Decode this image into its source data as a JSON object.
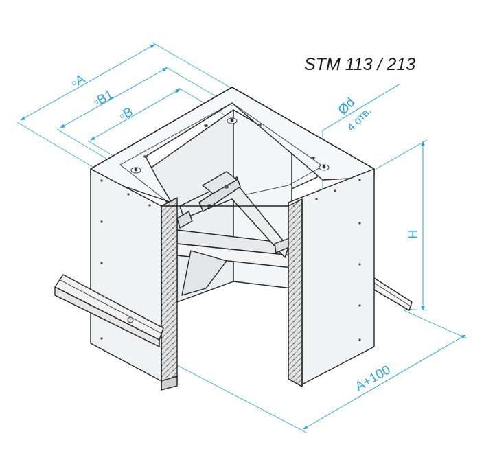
{
  "title": "STM 113 / 213",
  "dimensions": {
    "a": "▫A",
    "b1": "▫B1",
    "b": "▫B",
    "d": "Ød",
    "holes": "4 отв.",
    "h": "H",
    "a100": "A+100"
  },
  "colors": {
    "dimension": "#2aa5df",
    "outline": "#222222",
    "panel_face": "#eef0f2",
    "panel_side": "#f7f8f9",
    "insulation": "#d9d9d9"
  }
}
